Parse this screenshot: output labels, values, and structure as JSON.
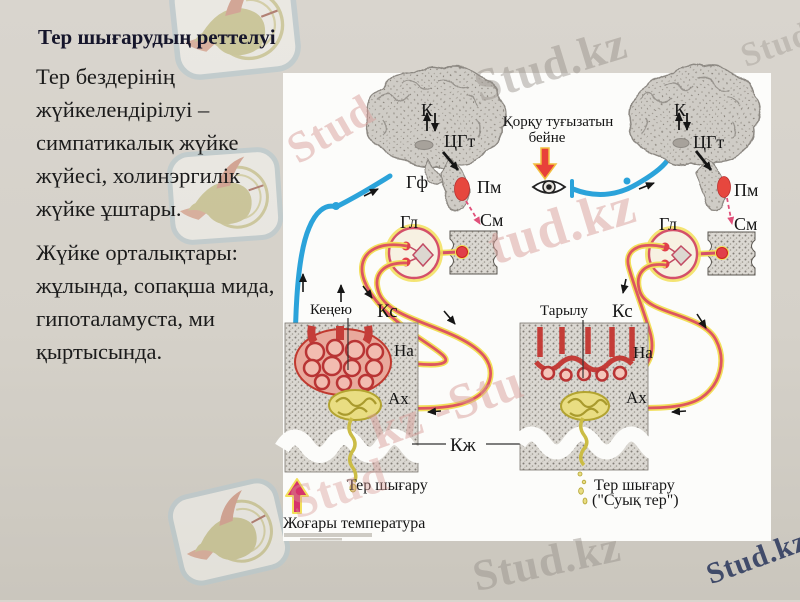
{
  "slide": {
    "title": "Тер шығарудың реттелуі",
    "body_paragraph_1": "Тер бездерінің\nжүйкелендірілуі –\nсимпатикалық жүйке\nжүйесі, холинэргилік\nжүйке ұштары.",
    "body_paragraph_2": "Жүйке орталықтары:\nжұлында, сопақша мида,\nгипоталамуста, ми\nқыртысында."
  },
  "watermark": {
    "brand": "Stud.kz",
    "fragment_stud": "Stud",
    "fragment_tud": "tud.kz",
    "fragment_kz_stu": "kz -Stu"
  },
  "diagram": {
    "labels": {
      "cortex": "К",
      "heat_center": "ЦГт",
      "hypophysis": "Гф",
      "medulla": "Пм",
      "ganglion": "Гл",
      "spinal_cord": "См",
      "vessel": "Кс",
      "noradrenaline": "На",
      "acetylcholine": "Ах",
      "skin": "Кж",
      "dilation": "Кеңею",
      "constriction": "Тарылу",
      "sweat_left": "Тер шығару",
      "sweat_right": "Тер шығару",
      "cold_sweat": "(\"Суық тер\")",
      "high_temperature": "Жоғары температура",
      "fear_caption_1": "Қорқу туғызатын",
      "fear_caption_2": "бейне"
    }
  }
}
